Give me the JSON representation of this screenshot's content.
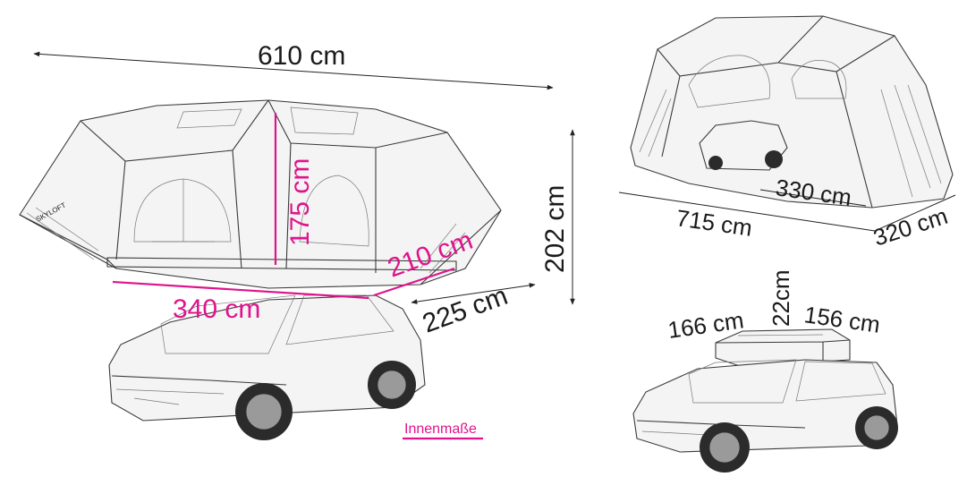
{
  "labels": {
    "length_total": "610 cm",
    "height_total": "202 cm",
    "inner_height": "175 cm",
    "inner_width": "210 cm",
    "inner_length": "340 cm",
    "ladder_length": "225 cm",
    "awning_length": "715 cm",
    "awning_depth": "320 cm",
    "awning_inner": "330 cm",
    "closed_length": "166 cm",
    "closed_height": "22cm",
    "closed_width": "156 cm",
    "legend": "Innenmaße"
  },
  "colors": {
    "accent": "#e0138c",
    "ink": "#1a1a1a"
  },
  "brand": "SKYLOFT"
}
